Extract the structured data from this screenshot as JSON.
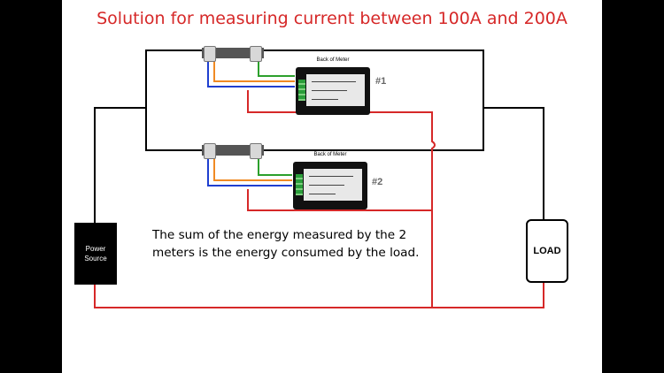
{
  "title": "Solution for measuring current between 100A and 200A",
  "note": "The sum of the energy measured by the 2 meters is the energy consumed by the load.",
  "power_source": "Power Source",
  "load": "LOAD",
  "meters": [
    {
      "back_label": "Back of Meter",
      "tag": "#1"
    },
    {
      "back_label": "Back of Meter",
      "tag": "#2"
    }
  ],
  "colors": {
    "title": "#d62828",
    "neutral": "#d62828",
    "blue_wire": "#1f3fd0",
    "orange_wire": "#f08a24",
    "green_wire": "#2ca02c"
  }
}
